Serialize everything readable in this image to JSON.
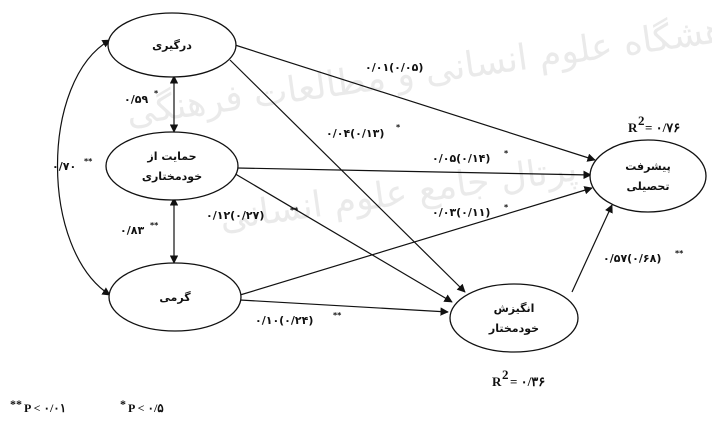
{
  "nodes": {
    "engagement": "درگیری",
    "autonomy_support_line1": "حمایت از",
    "autonomy_support_line2": "خودمختاری",
    "warmth": "گرمی",
    "motivation_line1": "انگیزش",
    "motivation_line2": "خودمختار",
    "achievement_line1": "پیشرفت",
    "achievement_line2": "تحصیلی"
  },
  "edges": {
    "engagement_achievement": "۰/۰۱(۰/۰۵)",
    "engagement_motivation": "۰/۰۴(۰/۱۳)",
    "autonomy_achievement": "۰/۰۵(۰/۱۴)",
    "autonomy_motivation": "۰/۱۲(۰/۲۷)",
    "warmth_achievement": "۰/۰۳(۰/۱۱)",
    "warmth_motivation": "۰/۱۰(۰/۲۴)",
    "motivation_achievement": "۰/۵۷(۰/۶۸)",
    "engagement_autonomy_corr": "۰/۵۹",
    "autonomy_warmth_corr": "۰/۸۳",
    "engagement_warmth_corr": "۰/۷۰"
  },
  "sig": {
    "one_star": "*",
    "two_star": "**"
  },
  "r2": {
    "achievement_label": "R",
    "achievement_value": "= ۰/۷۶",
    "motivation_label": "R",
    "motivation_value": "= ۰/۳۶",
    "exponent": "2"
  },
  "legend": {
    "two_star_text": "P < ۰/۰۱",
    "one_star_text": "P < ۰/۵"
  },
  "watermark": {
    "line1": "پژوهشگاه علوم انسانی و مطالعات فرهنگی",
    "line2": "پرتال جامع علوم انسانی"
  }
}
